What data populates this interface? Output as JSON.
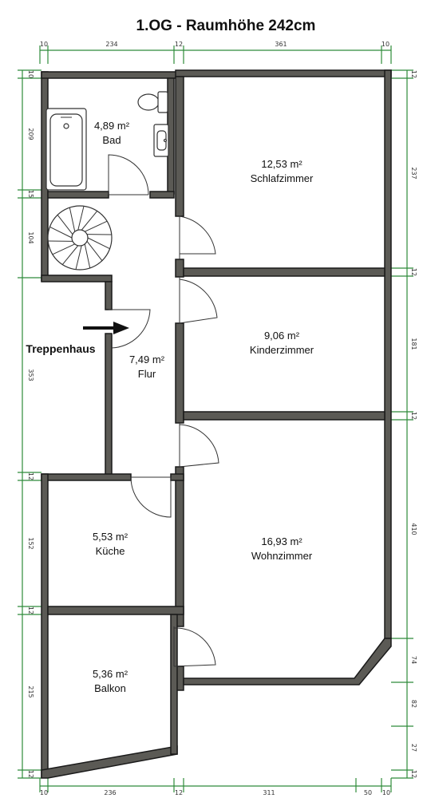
{
  "title": "1.OG - Raumhöhe 242cm",
  "rooms": {
    "bad": {
      "area": "4,89 m²",
      "name": "Bad"
    },
    "schlafzimmer": {
      "area": "12,53 m²",
      "name": "Schlafzimmer"
    },
    "kinderzimmer": {
      "area": "9,06 m²",
      "name": "Kinderzimmer"
    },
    "flur": {
      "area": "7,49 m²",
      "name": "Flur"
    },
    "kueche": {
      "area": "5,53 m²",
      "name": "Küche"
    },
    "wohnzimmer": {
      "area": "16,93 m²",
      "name": "Wohnzimmer"
    },
    "balkon": {
      "area": "5,36 m²",
      "name": "Balkon"
    }
  },
  "treppenhaus_label": "Treppenhaus",
  "dimensions": {
    "top": [
      "10",
      "234",
      "12",
      "361",
      "10"
    ],
    "bottom": [
      "10",
      "236",
      "12",
      "311",
      "50",
      "10"
    ],
    "left": [
      "10",
      "209",
      "15",
      "104",
      "353",
      "12",
      "152",
      "12",
      "215",
      "12"
    ],
    "right": [
      "12",
      "237",
      "12",
      "181",
      "12",
      "410",
      "74",
      "82",
      "27",
      "12"
    ]
  },
  "icons": {
    "arrow": "entrance-arrow-icon",
    "stairs": "spiral-staircase-icon",
    "bathtub": "bathtub-icon",
    "toilet": "toilet-icon",
    "sink": "sink-icon"
  }
}
